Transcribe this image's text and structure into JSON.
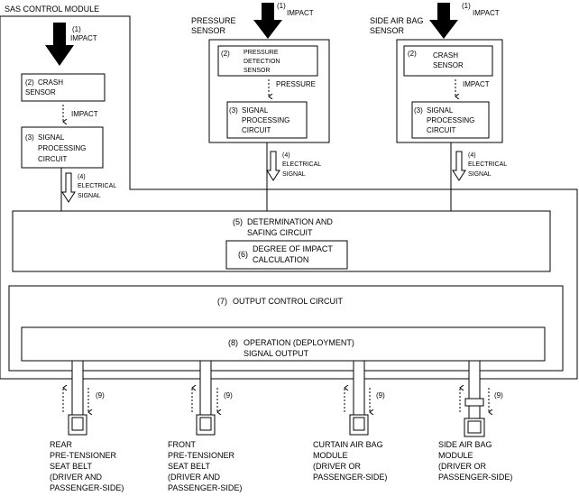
{
  "sas_module": {
    "title": "SAS CONTROL MODULE"
  },
  "labels": {
    "impact_num": "(1)",
    "impact": "IMPACT",
    "impact_dashed": "IMPACT",
    "pressure_sensor_l1": "PRESSURE",
    "pressure_sensor_l2": "SENSOR",
    "side_sensor_l1": "SIDE AIR BAG",
    "side_sensor_l2": "SENSOR",
    "crash_sensor_num": "(2)",
    "crash_sensor": "CRASH",
    "crash_sensor_l2": "SENSOR",
    "pressure_det_num": "(2)",
    "pressure_det_l1": "PRESSURE",
    "pressure_det_l2": "DETECTION",
    "pressure_det_l3": "SENSOR",
    "pressure": "PRESSURE",
    "spc_num": "(3)",
    "spc_l1": "SIGNAL",
    "spc_l2": "PROCESSING",
    "spc_l3": "CIRCUIT",
    "elec_num": "(4)",
    "elec_l1": "ELECTRICAL",
    "elec_l2": "SIGNAL",
    "det_num": "(5)",
    "det_l1": "DETERMINATION AND",
    "det_l2": "SAFING CIRCUIT",
    "deg_num": "(6)",
    "deg_l1": "DEGREE OF IMPACT",
    "deg_l2": "CALCULATION",
    "out_num": "(7)",
    "out_label": "OUTPUT CONTROL  CIRCUIT",
    "op_num": "(8)",
    "op_l1": "OPERATION (DEPLOYMENT)",
    "op_l2": "SIGNAL OUTPUT",
    "num9": "(9)"
  },
  "outputs": [
    {
      "l1": "REAR",
      "l2": "PRE-TENSIONER",
      "l3": "SEAT BELT",
      "l4": "(DRIVER AND",
      "l5": "PASSENGER-SIDE)"
    },
    {
      "l1": "FRONT",
      "l2": "PRE-TENSIONER",
      "l3": "SEAT BELT",
      "l4": "(DRIVER AND",
      "l5": "PASSENGER-SIDE)"
    },
    {
      "l1": "CURTAIN AIR BAG",
      "l2": "MODULE",
      "l3": "(DRIVER OR",
      "l4": "PASSENGER-SIDE)",
      "l5": ""
    },
    {
      "l1": "SIDE AIR BAG",
      "l2": "MODULE",
      "l3": "(DRIVER OR",
      "l4": "PASSENGER-SIDE)",
      "l5": ""
    }
  ]
}
